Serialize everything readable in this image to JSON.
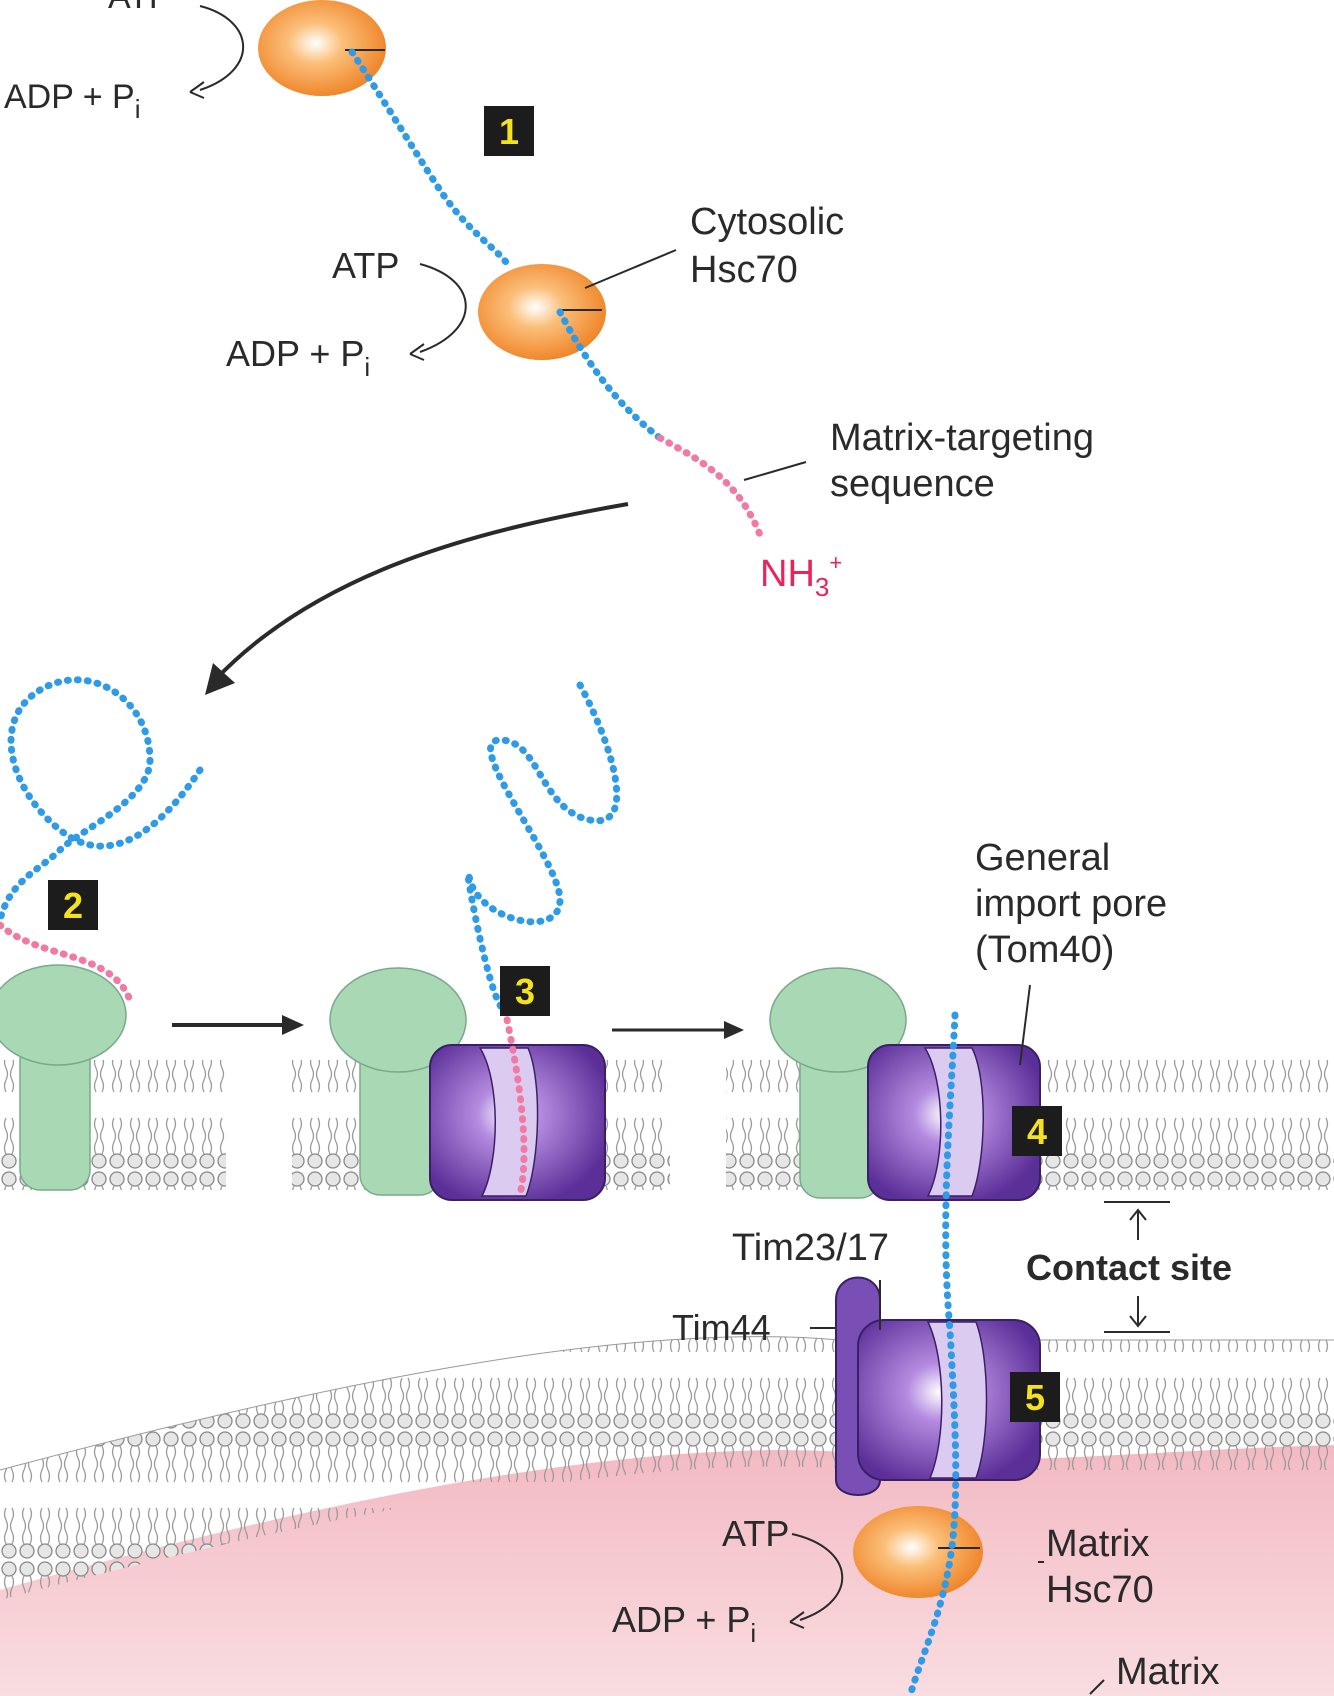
{
  "labels": {
    "atp": "ATP",
    "adp": "ADP + P",
    "adp_sub": "i",
    "cytosolic_1": "Cytosolic",
    "cytosolic_2": "Hsc70",
    "mts_1": "Matrix-targeting",
    "mts_2": "sequence",
    "nh3": "NH",
    "nh3_sub": "3",
    "nh3_sup": "+",
    "pore_1": "General",
    "pore_2": "import pore",
    "pore_3": "(Tom40)",
    "tim23": "Tim23/17",
    "tim44": "Tim44",
    "contact": "Contact site",
    "matrix_hsc_1": "Matrix",
    "matrix_hsc_2": "Hsc70",
    "matrix": "Matrix"
  },
  "steps": [
    "1",
    "2",
    "3",
    "4",
    "5"
  ],
  "colors": {
    "chain": "#2f9be6",
    "signal": "#f07aa4",
    "nh3": "#e8245a",
    "hsc70": "#f29a3a",
    "tom20": "#a8d9b4",
    "pore": "#7a4fb5",
    "pore_light": "#dccbf0",
    "matrix": "#f6cdd2",
    "badge": "#1c1c1c",
    "badge_text": "#f5e21f"
  }
}
